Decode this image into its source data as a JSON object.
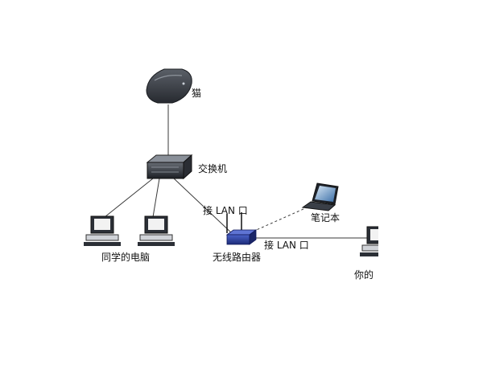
{
  "labels": {
    "modem": "猫",
    "switch": "交换机",
    "lan_port_top": "接 LAN 口",
    "laptop": "笔记本",
    "lan_port_right": "接 LAN 口",
    "router": "无线路由器",
    "classmate_pc": "同学的电脑",
    "your_pc": "你的"
  },
  "colors": {
    "line": "#3a3a3a",
    "device_dark": "#2b2f36",
    "router_blue": "#2a3f9a"
  }
}
